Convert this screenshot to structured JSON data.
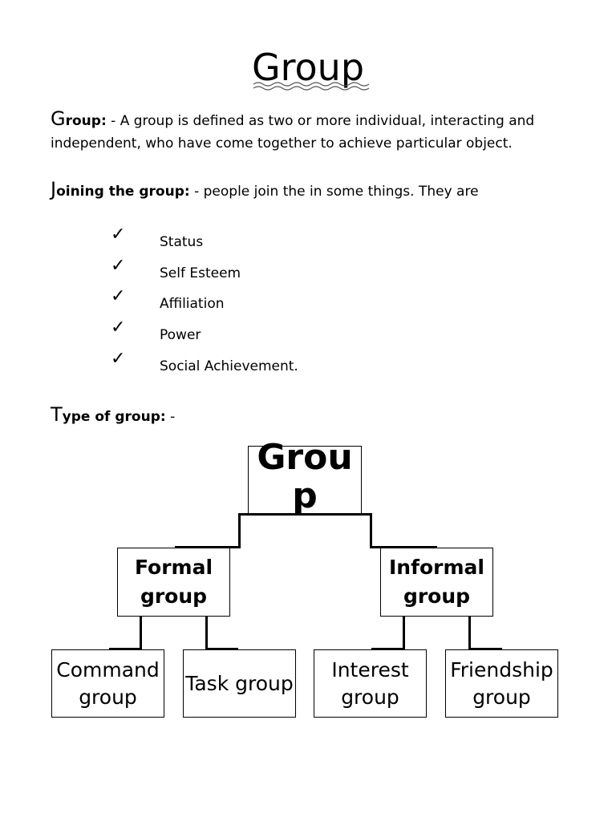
{
  "title": "Group",
  "definition": {
    "initial": "G",
    "term": "roup:",
    "dash": " - ",
    "line1": "A group is defined as two or more individual, interacting and",
    "line2": "independent, who have come together to achieve particular object."
  },
  "joining": {
    "initial": "J",
    "term": "oining the group:",
    "dash": " - ",
    "text": "people join the in some things. They are"
  },
  "reasons": [
    "Status",
    "Self Esteem",
    "Affiliation",
    "Power",
    "Social Achievement."
  ],
  "types": {
    "initial": "T",
    "term": "ype of group:",
    "dash": " -"
  },
  "diagram": {
    "root_line1": "Grou",
    "root_line2": "p",
    "formal_line1": "Formal",
    "formal_line2": "group",
    "informal_line1": "Informal",
    "informal_line2": "group",
    "command_line1": "Command",
    "command_line2": "group",
    "task": "Task group",
    "interest_line1": "Interest",
    "interest_line2": "group",
    "friendship_line1": "Friendship",
    "friendship_line2": "group"
  }
}
